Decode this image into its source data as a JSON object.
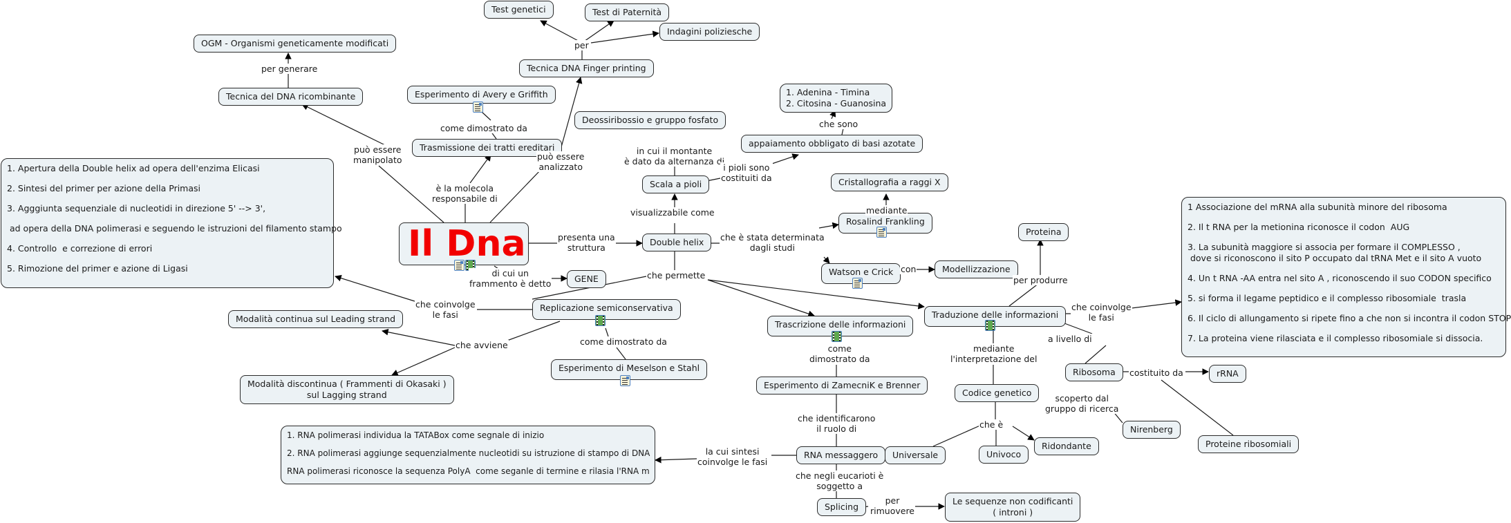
{
  "map": {
    "central": {
      "label": "Il Dna"
    },
    "nodes": {
      "test_genetici": "Test genetici",
      "test_paternita": "Test di Paternità",
      "indagini": "Indagini poliziesche",
      "fingerprint": "Tecnica DNA Finger printing",
      "ogm": "OGM - Organismi geneticamente modificati",
      "ricombinante": "Tecnica del DNA ricombinante",
      "avery": "Esperimento di  Avery e Griffith",
      "trasmissione": "Trasmissione dei tratti ereditari",
      "deossiribosio": "Deossiribossio e gruppo fosfato",
      "basi_coppie": [
        "1. Adenina - Timina",
        "2. Citosina - Guanosina"
      ],
      "appaiamento": "appaiamento obbligato di basi azotate",
      "scala": "Scala a pioli",
      "cristallografia": "Cristallografia a raggi X",
      "rosalind": "Rosalind Frankling",
      "double_helix": "Double helix",
      "watson": "Watson e Crick",
      "modellizzazione": "Modellizzazione",
      "proteina": "Proteina",
      "gene": "GENE",
      "replicazione": "Replicazione semiconservativa",
      "leading": "Modalità continua sul Leading strand",
      "lagging": [
        "Modalità discontinua ( Frammenti di Okasaki )",
        "sul Lagging strand"
      ],
      "meselson": "Esperimento di Meselson e Stahl",
      "trascrizione": "Trascrizione delle informazioni",
      "traduzione": "Traduzione delle informazioni",
      "zamecnik": "Esperimento di ZamecniK e Brenner",
      "codice": "Codice genetico",
      "ribosoma": "Ribosoma",
      "rrna": "rRNA",
      "nirenberg": "Nirenberg",
      "proteine_ribo": "Proteine ribosomiali",
      "universale": "Universale",
      "univoco": "Univoco",
      "ridondante": "Ridondante",
      "rna_m": "RNA messaggero",
      "splicing": "Splicing",
      "introni": [
        "Le sequenze non codificanti",
        "( introni )"
      ]
    },
    "lists": {
      "replicazione_fasi": [
        "1. Apertura della Double helix ad opera dell'enzima Elicasi",
        "2. Sintesi del primer per azione della Primasi",
        "3. Agggiunta sequenziale di nucleotidi in direzione 5' --> 3',",
        " ad opera della DNA polimerasi e seguendo le istruzioni del filamento stampo",
        "4. Controllo  e correzione di errori",
        "5. Rimozione del primer e azione di Ligasi"
      ],
      "traduzione_fasi": [
        "1 Associazione del mRNA alla subunità minore del ribosoma",
        "2. Il t RNA per la metionina riconosce il codon  AUG",
        "3. La subunità maggiore si associa per formare il COMPLESSO ,\n dove si riconoscono il sito P occupato dal tRNA Met e il sito A vuoto",
        "4. Un t RNA -AA entra nel sito A , riconoscendo il suo CODON specifico",
        "5. si forma il legame peptidico e il complesso ribosomiale  trasla",
        "6. Il ciclo di allungamento si ripete fino a che non si incontra il codon STOP",
        "7. La proteina viene rilasciata e il complesso ribosomiale si dissocia."
      ],
      "trascrizione_fasi": [
        "1. RNA polimerasi individua la TATABox come segnale di inizio",
        "2. RNA polimerasi aggiunge sequenzialmente nucleotidi su istruzione di stampo di DNA",
        "RNA polimerasi riconosce la sequenza PolyA  come seganle di termine e rilasia l'RNA m"
      ]
    },
    "links": {
      "per": "per",
      "per_generare": "per generare",
      "puo_manipolato": "può essere\nmanipolato",
      "puo_analizzato": "può essere\nanalizzato",
      "come_dimostrato_1": "come dimostrato da",
      "molecola_resp": "è la molecola\nresponsabile di",
      "montante": "in cui il montante\nè dato da alternanza di",
      "che_sono": "che sono",
      "pioli": "i pioli sono\ncostituiti da",
      "visualizzabile": "visualizzabile come",
      "mediante_1": "mediante",
      "presenta": "presenta una\nstruttura",
      "determinata": "che è stata determinata\ndagli studi",
      "con": "con",
      "di_cui": "di cui un\nframmento è detto",
      "che_permette": "che permette",
      "per_produrre": "per produrre",
      "coinvolge_1": "che coinvolge\nle fasi",
      "coinvolge_2": "che coinvolge\nle fasi",
      "che_avviene": "che avviene",
      "come_dimostrato_2": "come dimostrato da",
      "come_dimostrato_3": "come\ndimostrato da",
      "mediante_interp": "mediante\nl'interpretazione del",
      "a_livello": "a livello di",
      "costituito": "costituito da",
      "scoperto": "scoperto dal\ngruppo di ricerca",
      "che_e": "che è",
      "identificarono": "che identificarono\nil ruolo di",
      "sintesi": "la cui sintesi\ncoinvolge le fasi",
      "eucarioti": "che negli eucarioti è\nsoggetto a",
      "rimuovere": "per\nrimuovere"
    }
  }
}
